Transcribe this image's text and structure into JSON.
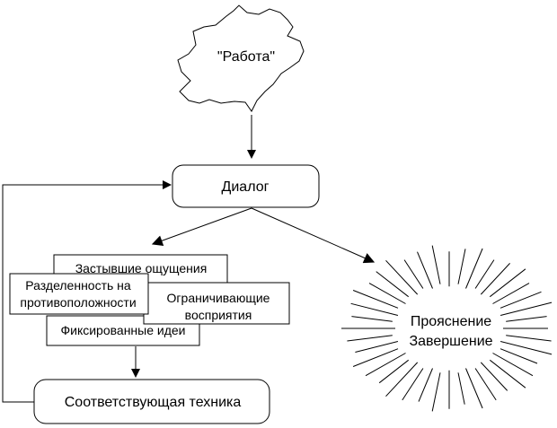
{
  "diagram": {
    "cloud": {
      "label": "\"Работа\""
    },
    "dialog": {
      "label": "Диалог"
    },
    "technique": {
      "label": "Соответствующая техника"
    },
    "obstacles": {
      "frozen": "Застывшие ощущения",
      "separation_line1": "Разделенность на",
      "separation_line2": "противоположности",
      "limiting_line1": "Ограничивающие",
      "limiting_line2": "восприятия",
      "fixed": "Фиксированные идеи"
    },
    "burst": {
      "line1": "Прояснение",
      "line2": "Завершение"
    }
  }
}
